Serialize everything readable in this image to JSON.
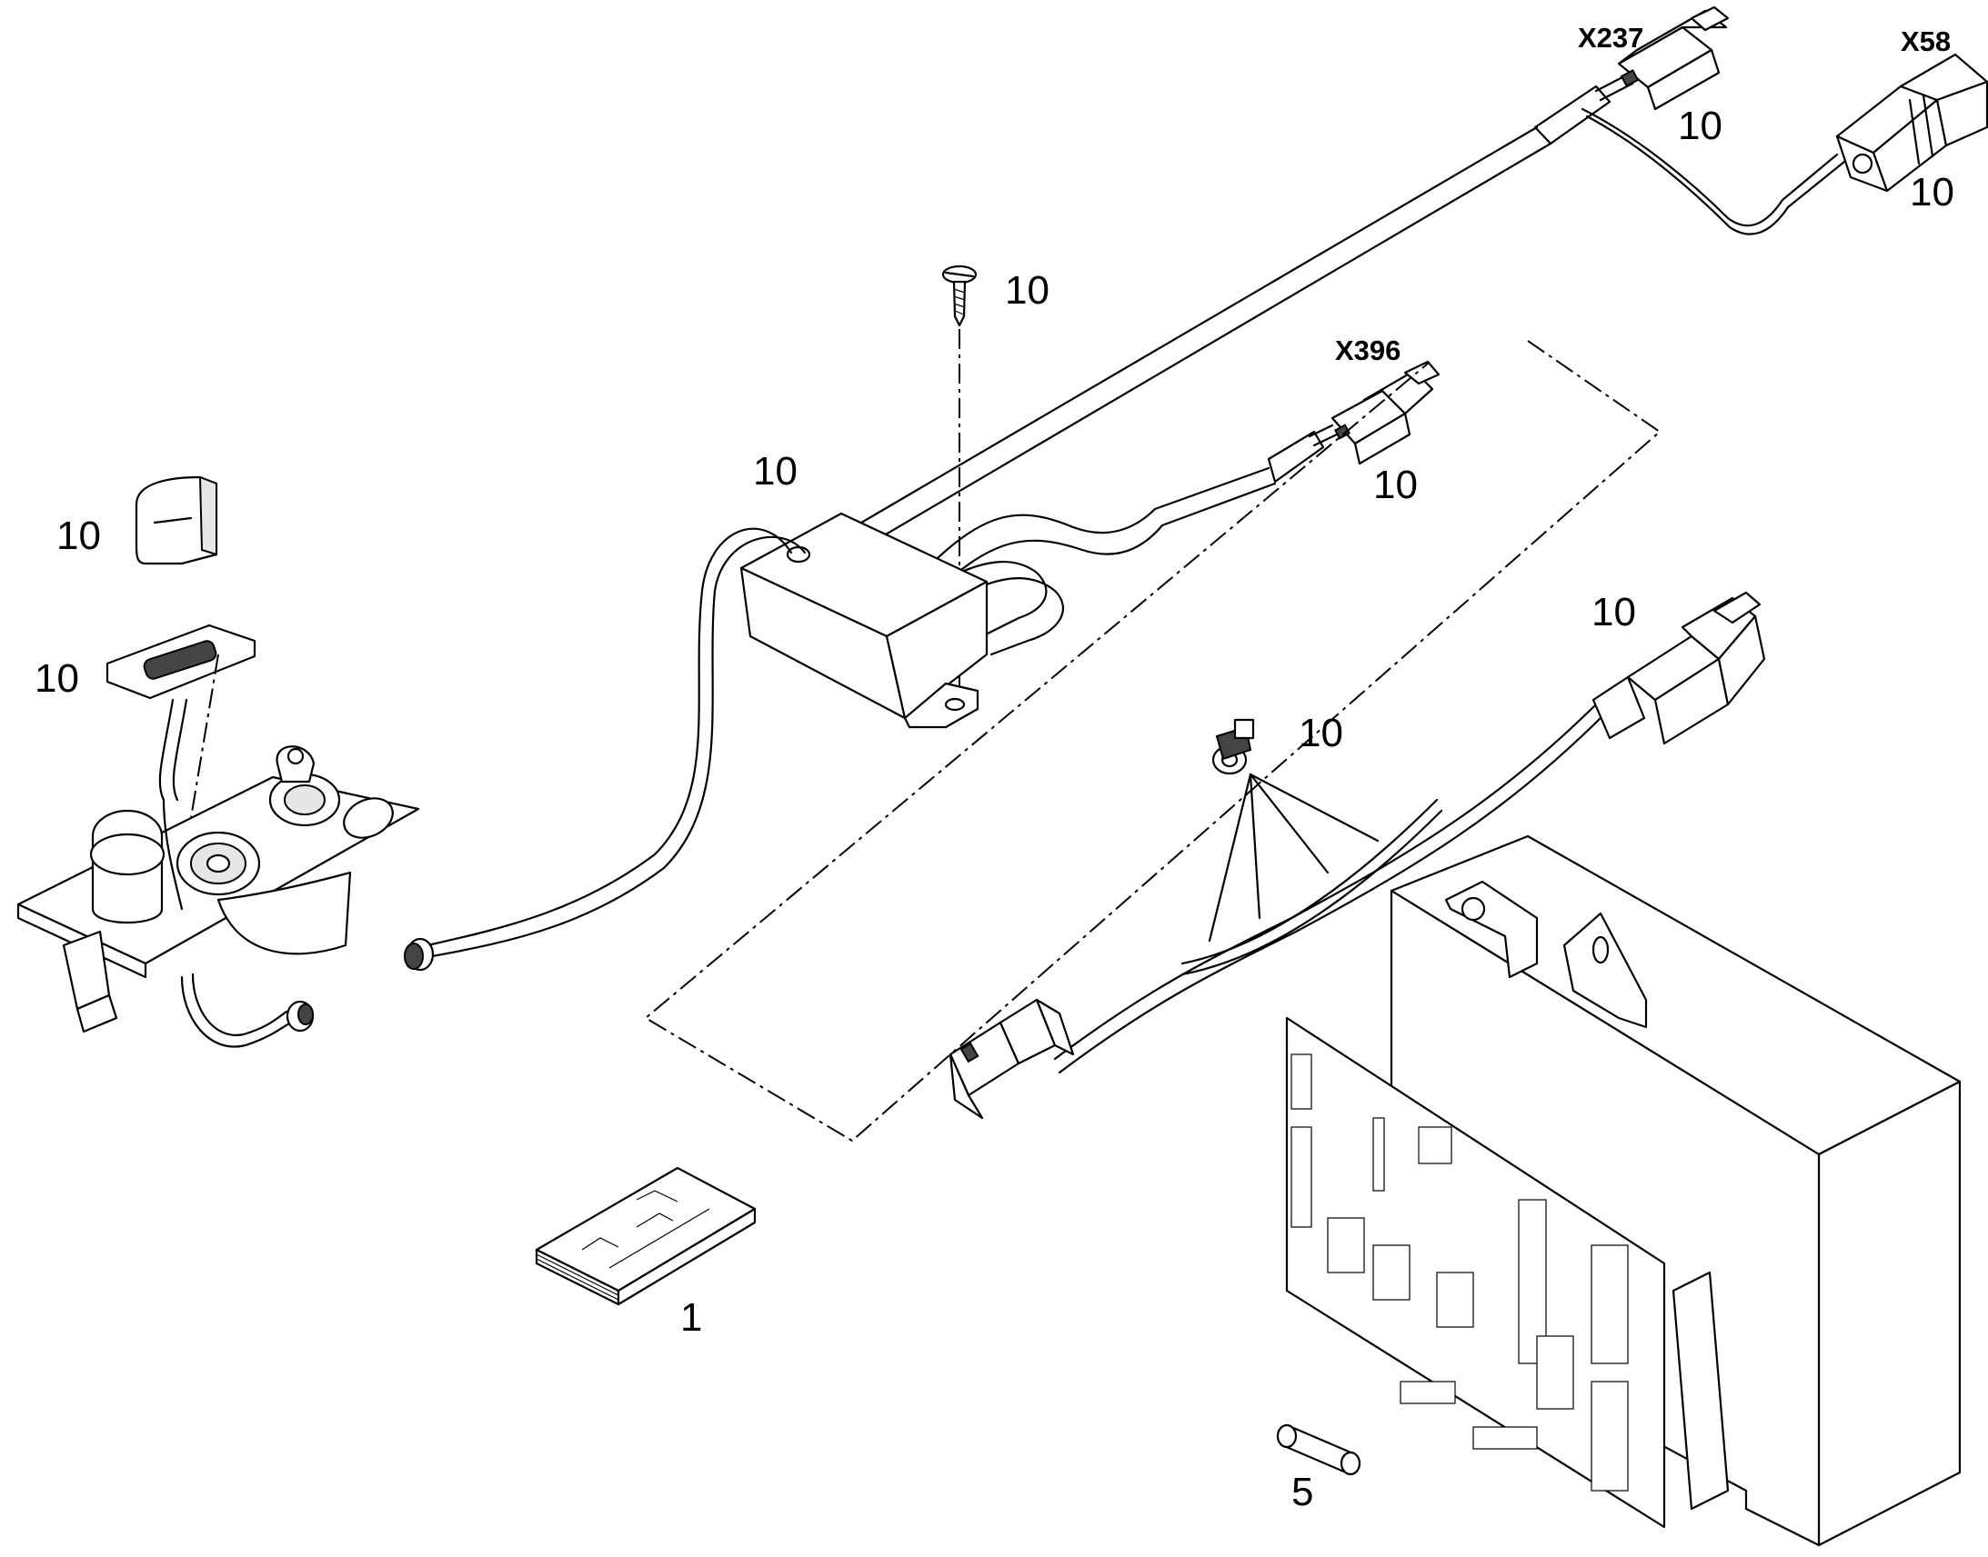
{
  "labels": {
    "x237": "X237",
    "x58": "X58",
    "x396": "X396",
    "p_x237": "10",
    "p_x58": "10",
    "p_screw": "10",
    "p_module": "10",
    "p_x396": "10",
    "p_cap": "10",
    "p_plug": "10",
    "p_harness": "10",
    "p_clip": "10",
    "p_manual": "1",
    "p_sleeve": "5"
  }
}
